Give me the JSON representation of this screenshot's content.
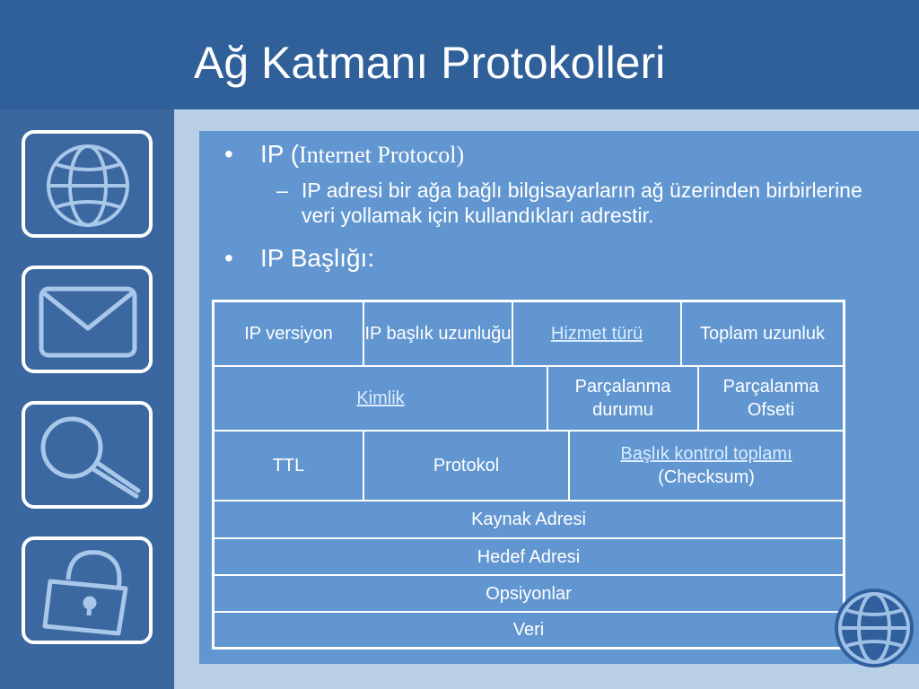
{
  "slide": {
    "title": "Ağ Katmanı Protokolleri"
  },
  "icons": [
    "globe-icon",
    "envelope-icon",
    "magnifier-icon",
    "padlock-icon",
    "globe-icon"
  ],
  "bullets": {
    "b1_prefix": "IP (",
    "b1_serif": "Internet Protocol)",
    "b1_sub_dash": "–",
    "b1_sub": "IP adresi bir ağa bağlı bilgisayarların ağ üzerinden birbirlerine veri yollamak için kullandıkları adrestir.",
    "b2": "IP Başlığı:",
    "bullet_char": "•"
  },
  "header_table": {
    "row1": [
      "IP versiyon",
      "IP başlık uzunluğu",
      "Hizmet türü",
      "Toplam uzunluk"
    ],
    "row2": [
      "Kimlik",
      "Parçalanma durumu",
      "Parçalanma Ofseti"
    ],
    "row3": [
      "TTL",
      "Protokol",
      "Başlık kontrol toplamı",
      "(Checksum)"
    ],
    "row4": "Kaynak Adresi",
    "row5": "Hedef Adresi",
    "row6": "Opsiyonlar",
    "row7": "Veri"
  },
  "colors": {
    "background": "#3a659c",
    "content_panel": "#6296d0",
    "panel_border": "#b8cfe6",
    "link": "#d9ecff"
  }
}
